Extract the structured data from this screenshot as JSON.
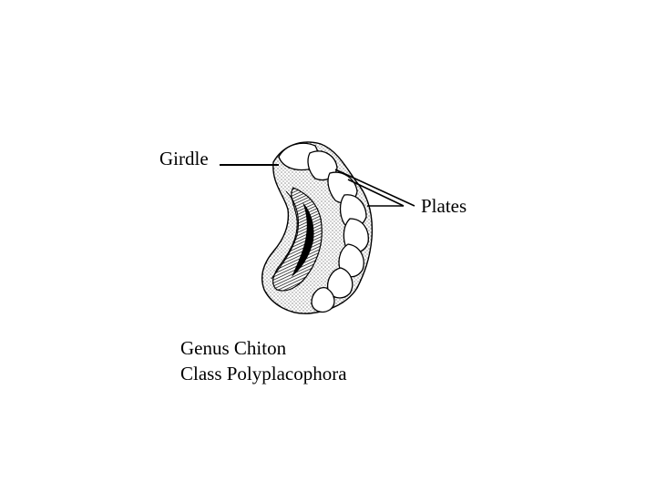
{
  "labels": {
    "girdle": "Girdle",
    "plates": "Plates"
  },
  "caption": {
    "genus": "Genus Chiton",
    "class": "Class Polyplacophora"
  },
  "colors": {
    "ink": "#000000",
    "background": "#ffffff"
  }
}
